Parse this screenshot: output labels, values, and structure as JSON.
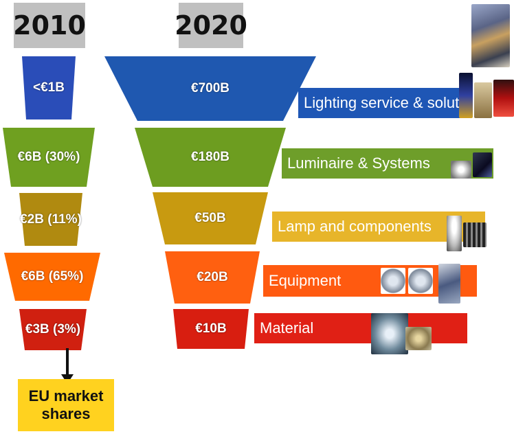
{
  "years": {
    "left": "2010",
    "right": "2020"
  },
  "tiers_2010": [
    {
      "label": "<€1B",
      "color": "#2a4db8"
    },
    {
      "label": "€6B (30%)",
      "color": "#6fa020"
    },
    {
      "label": "€2B (11%)",
      "color": "#b08a10"
    },
    {
      "label": "€6B (65%)",
      "color": "#ff6a00"
    },
    {
      "label": "€3B (3%)",
      "color": "#d02010"
    }
  ],
  "tiers_2020": [
    {
      "label": "€700B",
      "color": "#1f58b0"
    },
    {
      "label": "€180B",
      "color": "#6d9d20"
    },
    {
      "label": "€50B",
      "color": "#c89a10"
    },
    {
      "label": "€20B",
      "color": "#ff6010"
    },
    {
      "label": "€10B",
      "color": "#d81e10"
    }
  ],
  "segments": [
    {
      "label": "Lighting service & solution",
      "color": "#1e56b5"
    },
    {
      "label": "Luminaire & Systems",
      "color": "#6e9e2a"
    },
    {
      "label": "Lamp and components",
      "color": "#e7b52a"
    },
    {
      "label": "Equipment",
      "color": "#ff5a10"
    },
    {
      "label": "Material",
      "color": "#e02015"
    }
  ],
  "eu_box": {
    "line1": "EU market",
    "line2": "shares"
  }
}
